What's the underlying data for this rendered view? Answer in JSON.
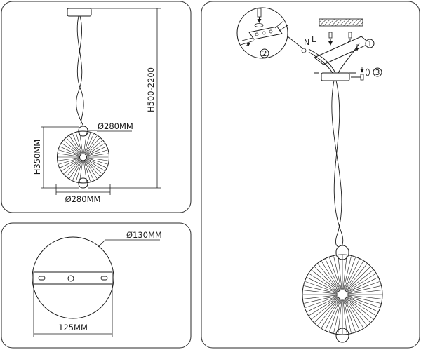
{
  "panel_left_top": {
    "diameter_label": "Ø280MM",
    "width_label": "Ø280MM",
    "height_label": "H350MM",
    "hang_height_label": "H500-2200"
  },
  "panel_left_bottom": {
    "canopy_diameter_label": "Ø130MM",
    "mount_width_label": "125MM"
  },
  "panel_right": {
    "step_1": "1",
    "step_2": "2",
    "step_3": "3",
    "wire_n": "N",
    "wire_l": "L"
  },
  "colors": {
    "line": "#1a1a1a",
    "panel_border": "#2a2a2a",
    "background": "#ffffff"
  }
}
